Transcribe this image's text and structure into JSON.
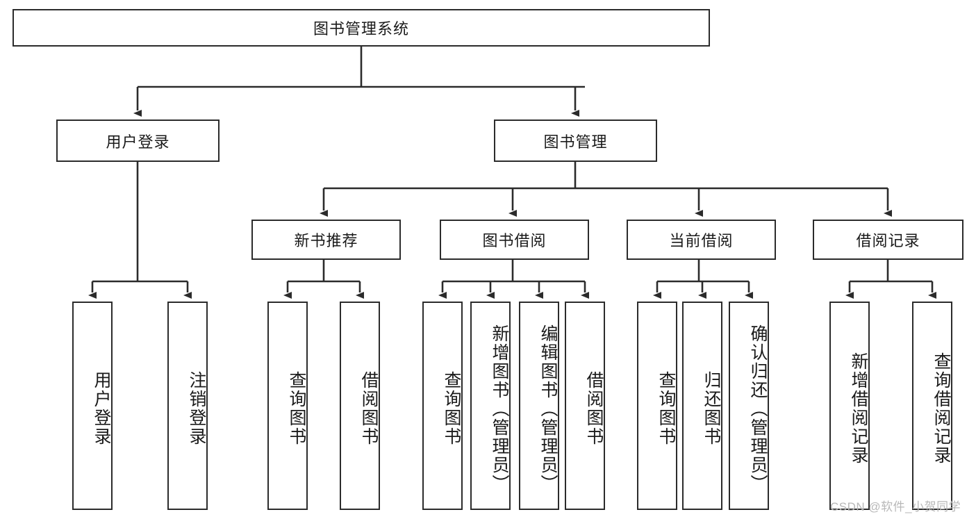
{
  "diagram": {
    "title": "图书管理系统",
    "type": "hierarchy-tree",
    "root": {
      "label": "图书管理系统"
    },
    "level2": [
      {
        "label": "用户登录"
      },
      {
        "label": "图书管理"
      }
    ],
    "level3": [
      {
        "label": "新书推荐"
      },
      {
        "label": "图书借阅"
      },
      {
        "label": "当前借阅"
      },
      {
        "label": "借阅记录"
      }
    ],
    "leaves": {
      "user_login": [
        {
          "label": "用户登录"
        },
        {
          "label": "注销登录"
        }
      ],
      "new_book_recommend": [
        {
          "label": "查询图书"
        },
        {
          "label": "借阅图书"
        }
      ],
      "book_borrow": [
        {
          "label": "查询图书"
        },
        {
          "label": "新增图书（管理员）"
        },
        {
          "label": "编辑图书（管理员）"
        },
        {
          "label": "借阅图书"
        }
      ],
      "current_borrow": [
        {
          "label": "查询图书"
        },
        {
          "label": "归还图书"
        },
        {
          "label": "确认归还（管理员）"
        }
      ],
      "borrow_record": [
        {
          "label": "新增借阅记录"
        },
        {
          "label": "查询借阅记录"
        }
      ]
    }
  },
  "watermark": {
    "text": "CSDN @软件_小贺同学"
  },
  "colors": {
    "stroke": "#2b2b2b",
    "fill": "#ffffff",
    "text": "#1a1a1a",
    "watermark": "#b8b8b8"
  }
}
